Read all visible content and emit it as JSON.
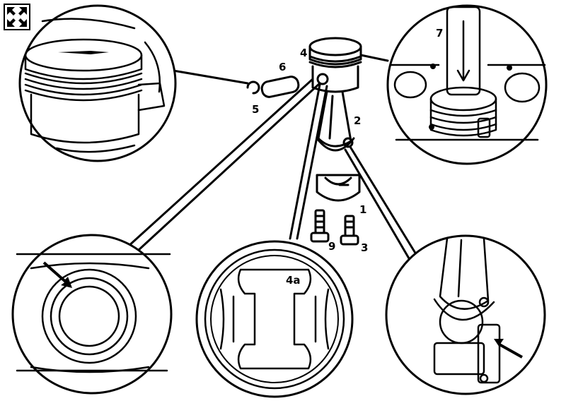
{
  "diagram": {
    "corner_icon": "expand-corners-icon",
    "ink_color": "#000000",
    "paper_color": "#ffffff",
    "part_labels": {
      "piston": "4",
      "piston_pin": "6",
      "circlip": "5",
      "connecting_rod": "2",
      "rod_cap": "1",
      "bolt_left": "9",
      "bolt_right": "3",
      "drift_tool": "7",
      "bearing_shell": "4a"
    }
  }
}
